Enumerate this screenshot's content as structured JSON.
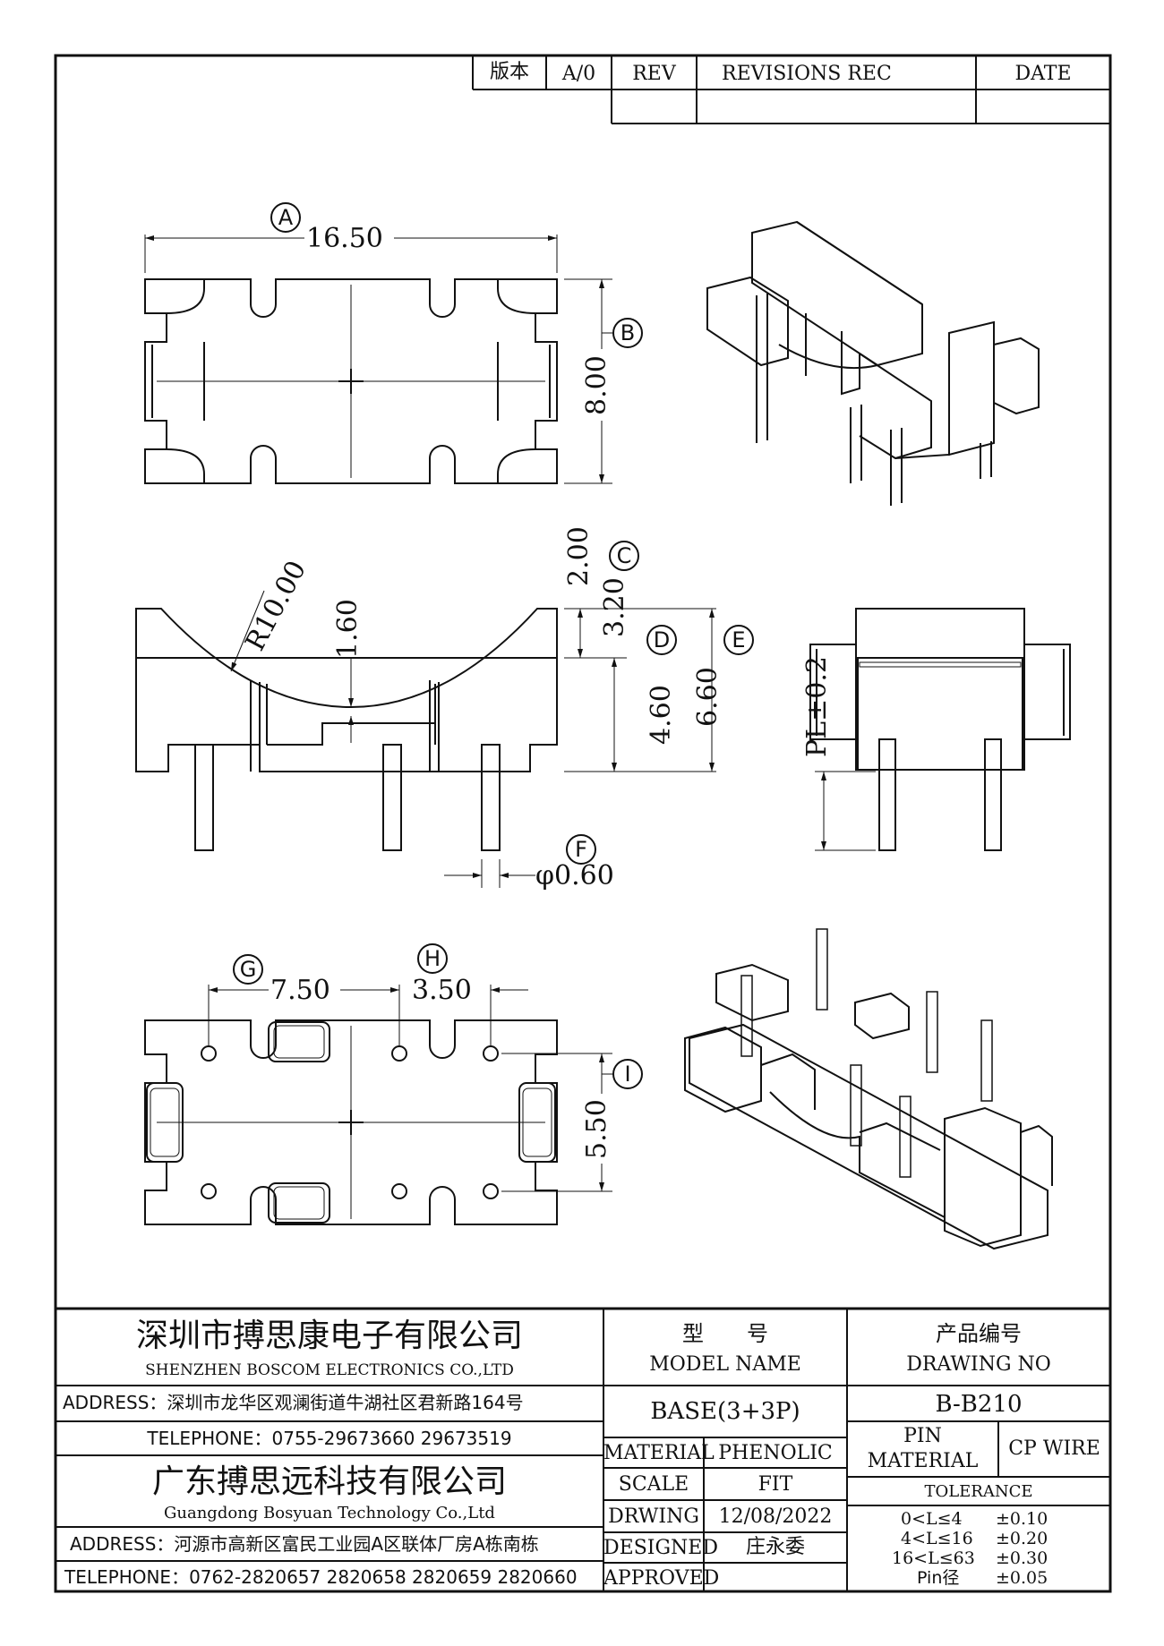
{
  "revision_table": {
    "version_label": "版本",
    "version_value": "A/0",
    "rev_label": "REV",
    "revisions_label": "REVISIONS REC",
    "date_label": "DATE"
  },
  "dimensions": {
    "a": {
      "marker": "A",
      "value": "16.50"
    },
    "b": {
      "marker": "B",
      "value": "8.00"
    },
    "c": {
      "marker": "C",
      "value": "2.00",
      "value2": "3.20"
    },
    "d": {
      "marker": "D",
      "value": "4.60"
    },
    "e": {
      "marker": "E",
      "value": "6.60"
    },
    "f": {
      "marker": "F",
      "value": "φ0.60"
    },
    "g": {
      "marker": "G",
      "value": "7.50"
    },
    "h": {
      "marker": "H",
      "value": "3.50"
    },
    "i": {
      "marker": "I",
      "value": "5.50"
    },
    "radius": "R10.00",
    "depth": "1.60",
    "pl": "PL±0.2"
  },
  "title_block": {
    "company1_cn": "深圳市搏思康电子有限公司",
    "company1_en": "SHENZHEN BOSCOM ELECTRONICS CO.,LTD",
    "address1": "ADDRESS：深圳市龙华区观澜街道牛湖社区君新路164号",
    "telephone1": "TELEPHONE：0755-29673660 29673519",
    "company2_cn": "广东搏思远科技有限公司",
    "company2_en": "Guangdong Bosyuan Technology Co.,Ltd",
    "address2": "ADDRESS：河源市高新区富民工业园A区联体厂房A栋南栋",
    "telephone2": "TELEPHONE：0762-2820657 2820658 2820659 2820660",
    "model_label_cn": "型　　号",
    "model_label_en": "MODEL NAME",
    "model_value": "BASE(3+3P)",
    "drawing_label_cn": "产品编号",
    "drawing_label_en": "DRAWING NO",
    "drawing_value": "B-B210",
    "material_label": "MATERIAL",
    "material_value": "PHENOLIC",
    "scale_label": "SCALE",
    "scale_value": "FIT",
    "drawing_date_label": "DRWING",
    "drawing_date_value": "12/08/2022",
    "designed_label": "DESIGNED",
    "designed_value": "庄永委",
    "approved_label": "APPROVED",
    "approved_value": "",
    "pin_material_label_1": "PIN",
    "pin_material_label_2": "MATERIAL",
    "pin_material_value": "CP WIRE",
    "tolerance_label": "TOLERANCE",
    "tolerance_rows": [
      {
        "range": "0<L≤4",
        "value": "±0.10"
      },
      {
        "range": "4<L≤16",
        "value": "±0.20"
      },
      {
        "range": "16<L≤63",
        "value": "±0.30"
      },
      {
        "range": "Pin径",
        "value": "±0.05"
      }
    ]
  }
}
